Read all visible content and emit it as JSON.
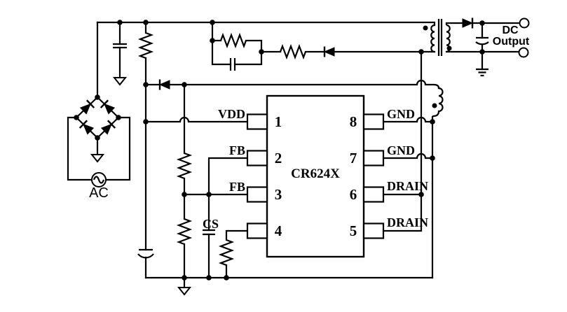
{
  "schematic": {
    "ic": {
      "name": "CR624X",
      "pins": [
        {
          "num": "1",
          "label": "VDD"
        },
        {
          "num": "2",
          "label": "FB"
        },
        {
          "num": "3",
          "label": "FB"
        },
        {
          "num": "4",
          "label": "CS"
        },
        {
          "num": "5",
          "label": "DRAIN"
        },
        {
          "num": "6",
          "label": "DRAIN"
        },
        {
          "num": "7",
          "label": "GND"
        },
        {
          "num": "8",
          "label": "GND"
        }
      ]
    },
    "source_label": "AC",
    "output_label_line1": "DC",
    "output_label_line2": "Output",
    "colors": {
      "line": "#000000",
      "background": "#ffffff"
    }
  }
}
